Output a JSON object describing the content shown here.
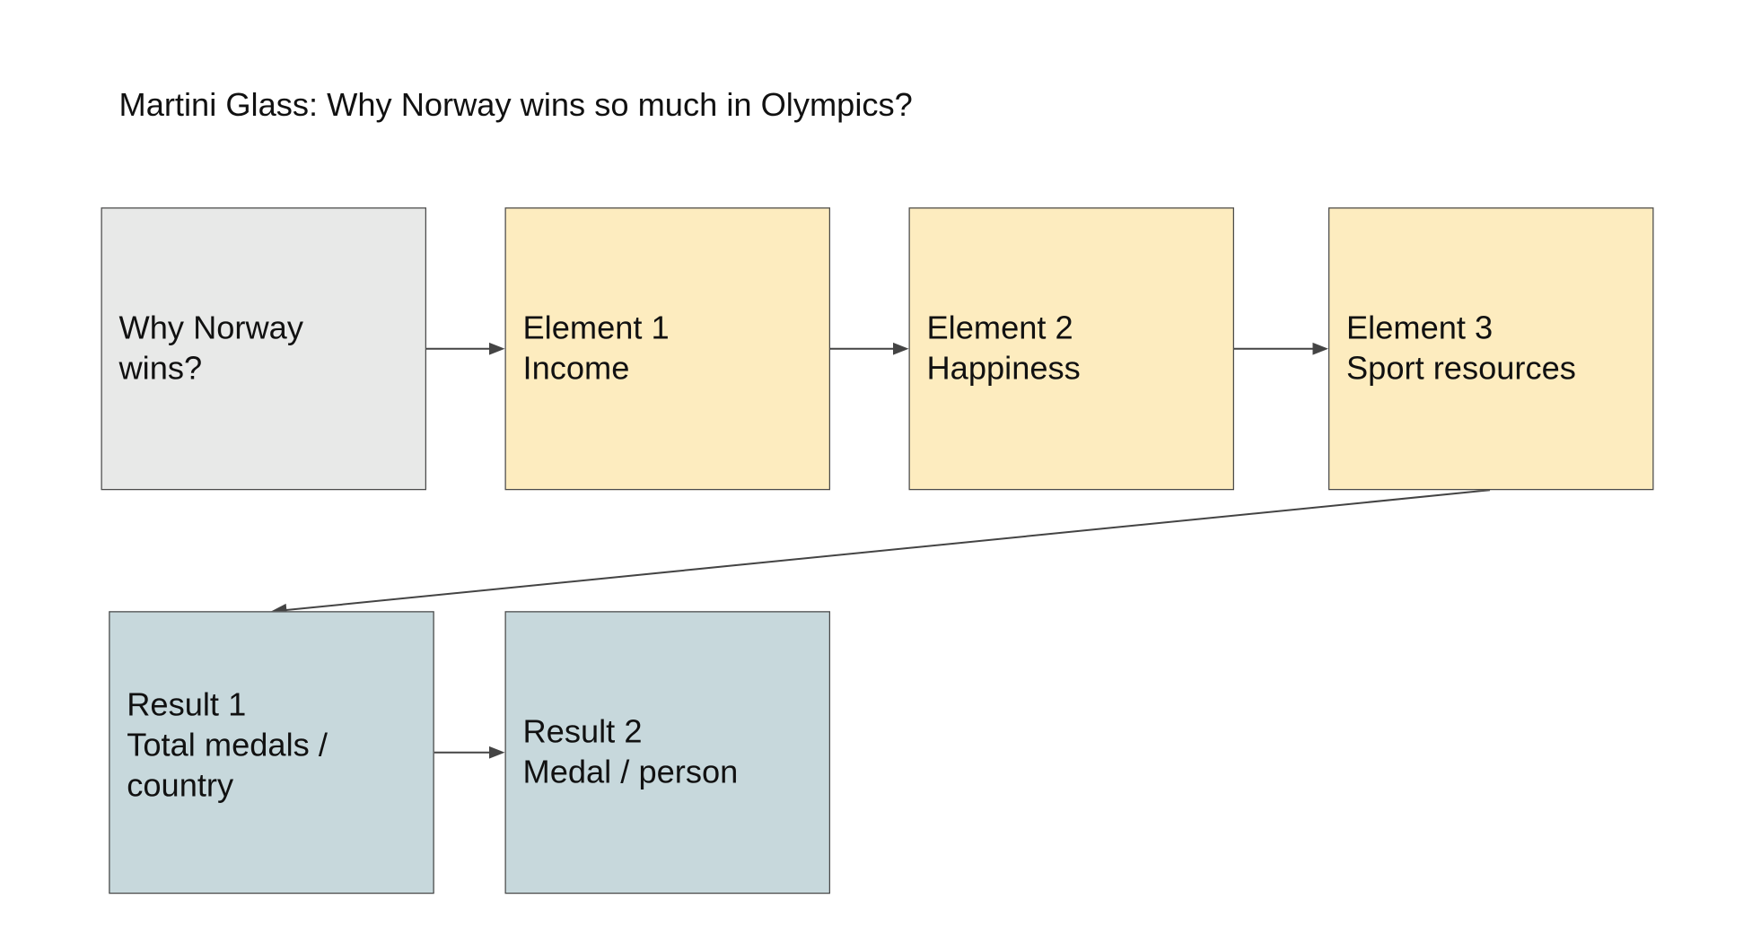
{
  "title": "Martini Glass: Why Norway wins so much in Olympics?",
  "nodes": {
    "question": {
      "line1": "Why Norway",
      "line2": "wins?"
    },
    "element1": {
      "line1": "Element 1",
      "line2": "Income"
    },
    "element2": {
      "line1": "Element 2",
      "line2": "Happiness"
    },
    "element3": {
      "line1": "Element 3",
      "line2": "Sport resources"
    },
    "result1": {
      "line1": "Result 1",
      "line2": "Total medals /",
      "line3": "country"
    },
    "result2": {
      "line1": "Result 2",
      "line2": "Medal / person"
    }
  },
  "colors": {
    "question_fill": "#e8e9e8",
    "element_fill": "#fdecbf",
    "result_fill": "#c7d8dc",
    "border": "#4a4a4a",
    "arrow": "#444444"
  }
}
